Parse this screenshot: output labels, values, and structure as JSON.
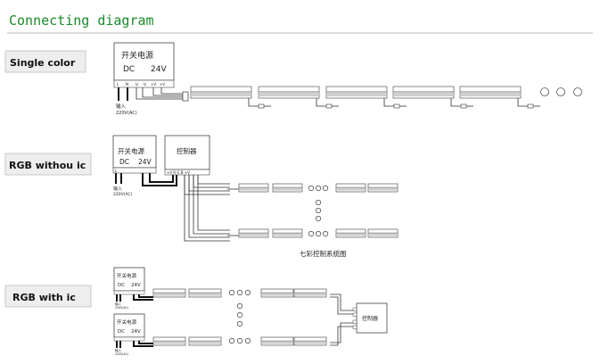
{
  "title": "Connecting diagram",
  "sections": [
    {
      "label": "Single color"
    },
    {
      "label": "RGB withou ic"
    },
    {
      "label": "RGB with ic"
    }
  ],
  "power_supply": {
    "name": "开关电源",
    "spec_dc": "DC",
    "spec_v": "24V"
  },
  "controller": {
    "name": "控制器"
  },
  "input_label": "输入",
  "input_voltage": "220V(AC)",
  "terminal_labels": [
    "L",
    "N",
    "-V",
    "-V",
    "+V",
    "+V"
  ],
  "controller_terminals": "+V R G B +V",
  "rgb_caption": "七彩控制系统图",
  "colors": {
    "title": "#1a8a2a",
    "label_bg": "#eeeeee",
    "bar_body": "#cfcfcf",
    "bar_edge": "#555555"
  }
}
